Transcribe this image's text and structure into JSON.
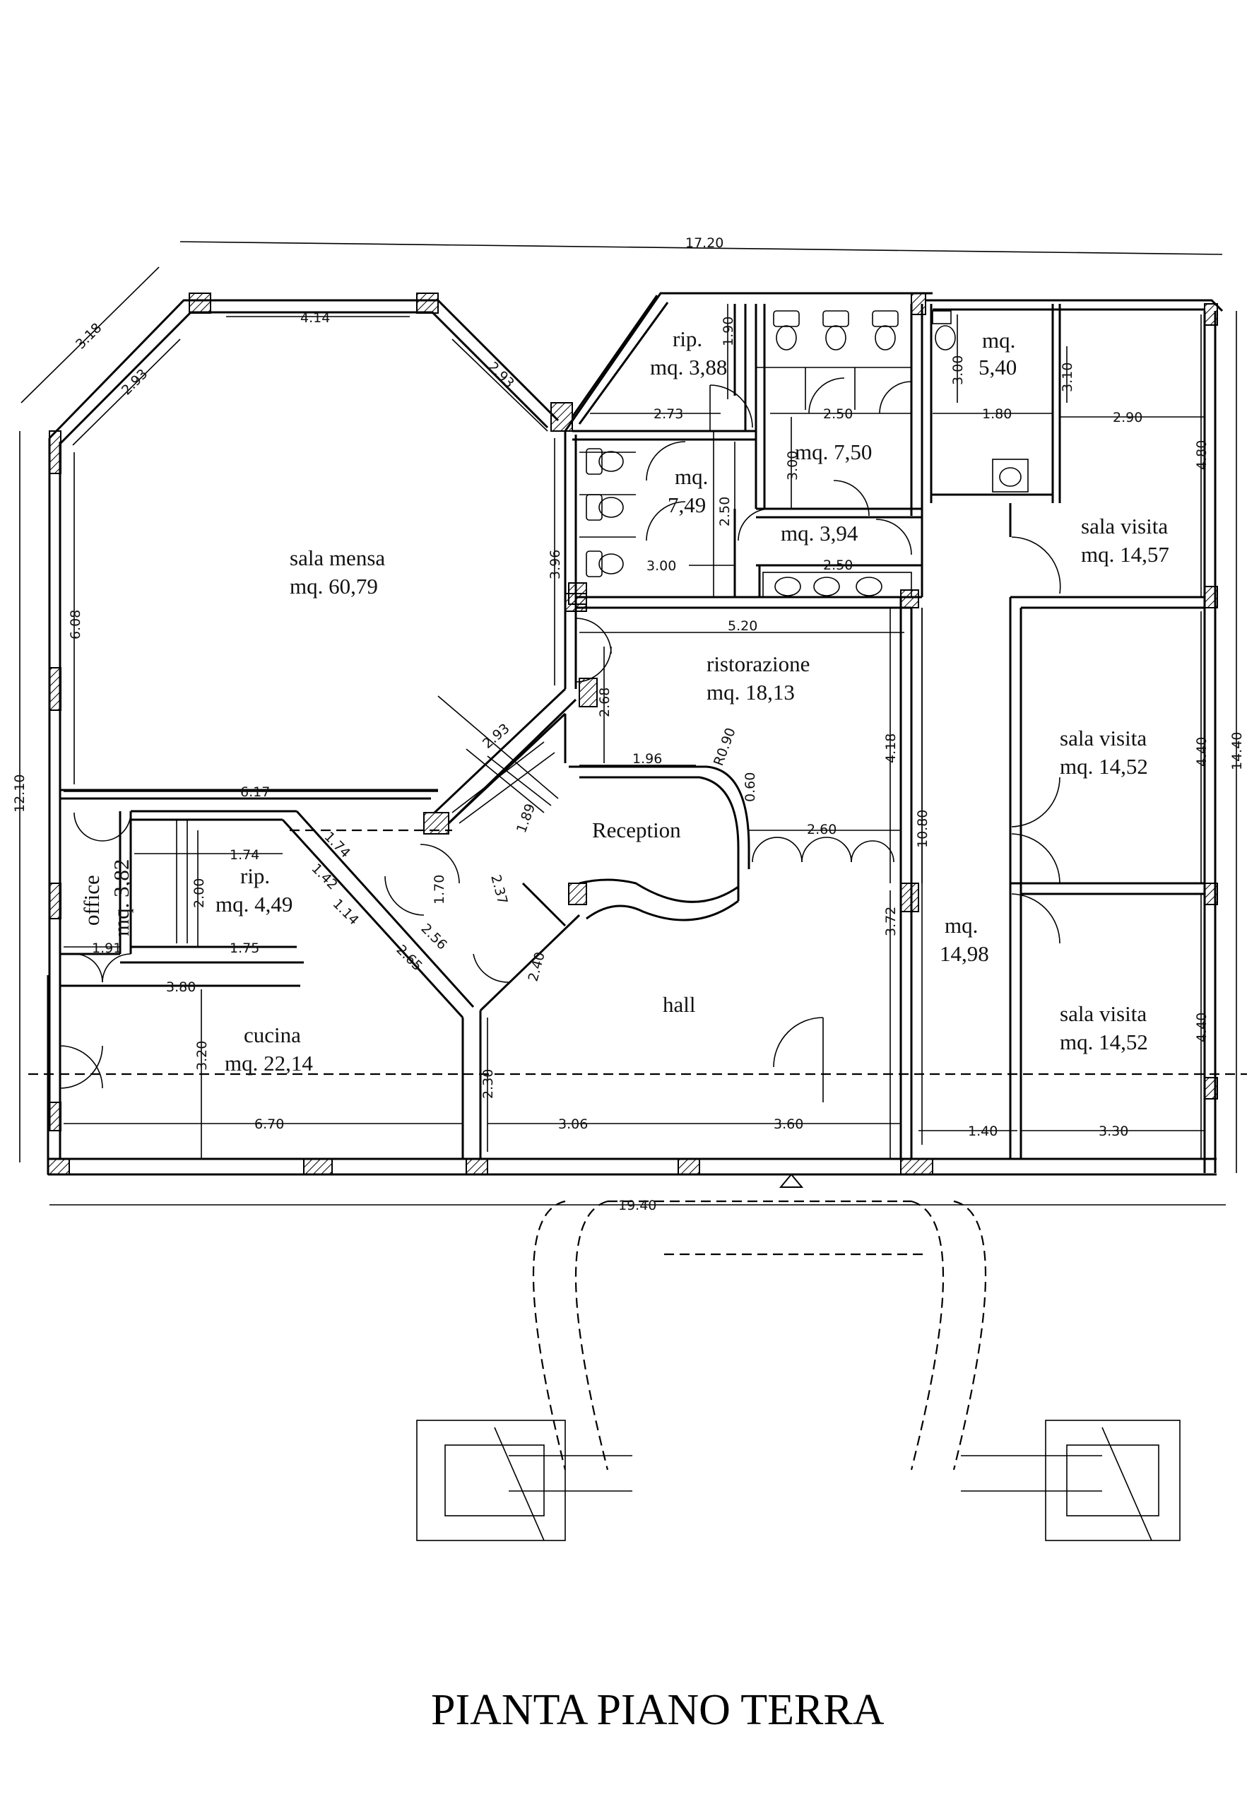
{
  "title": "PIANTA PIANO TERRA",
  "rooms": {
    "sala_mensa": {
      "name": "sala mensa",
      "area": "mq. 60,79"
    },
    "rip_top": {
      "name": "rip.",
      "area": "mq. 3,88"
    },
    "wc_left": {
      "name": "mq.",
      "area": "7,49"
    },
    "wc_center": {
      "area": "mq. 7,50"
    },
    "wc_right": {
      "name": "mq.",
      "area": "5,40"
    },
    "antibagno": {
      "area": "mq. 3,94"
    },
    "ristorazione": {
      "name": "ristorazione",
      "area": "mq. 18,13"
    },
    "reception": {
      "name": "Reception"
    },
    "office": {
      "name": "office",
      "area": "mq. 3,82"
    },
    "rip_mid": {
      "name": "rip.",
      "area": "mq. 4,49"
    },
    "cucina": {
      "name": "cucina",
      "area": "mq. 22,14"
    },
    "hall": {
      "name": "hall"
    },
    "corridor": {
      "name": "mq.",
      "area": "14,98"
    },
    "sala_visita_1": {
      "name": "sala visita",
      "area": "mq. 14,57"
    },
    "sala_visita_2": {
      "name": "sala visita",
      "area": "mq. 14,52"
    },
    "sala_visita_3": {
      "name": "sala visita",
      "area": "mq. 14,52"
    }
  },
  "dimensions": {
    "overall_top": "17.20",
    "overall_bottom": "19.40",
    "overall_left": "12.10",
    "overall_right": "14.40",
    "diag_top_left": "3.18",
    "oct_top": "4.14",
    "oct_diag_left": "2.93",
    "oct_diag_right": "2.93",
    "oct_right": "3.96",
    "oct_left": "6.08",
    "oct_lower_diag": "2.93",
    "mensa_bottom": "6.17",
    "rip_top_h": "1.90",
    "rip_top_w": "2.73",
    "wc_left_w": "3.00",
    "wc_left_h": "2.50",
    "wc_center_w": "2.50",
    "wc_center_h": "3.00",
    "wc_right_h": "3.00",
    "wc_right_w": "1.80",
    "wc_right_h2": "3.10",
    "visita_1_w": "2.90",
    "visita_1_h": "4.80",
    "antibagno_w": "2.50",
    "ristorazione_w": "5.20",
    "ristorazione_h": "2.68",
    "reception_w": "1.96",
    "reception_r": "R0.90",
    "reception_h": "0.60",
    "reception_diag": "1.89",
    "hall_w_mid": "2.60",
    "ristorazione_right": "4.18",
    "corridor_h": "10.80",
    "hall_right": "3.72",
    "visita_2_h": "4.40",
    "visita_3_h": "4.40",
    "office_h": "1.74",
    "office_w": "1.91",
    "rip_mid_h": "2.00",
    "rip_mid_w": "1.75",
    "rip_diag_a": "1.74",
    "rip_diag_b": "1.42",
    "rip_diag_c": "1.14",
    "passage_w": "1.70",
    "passage_diag": "2.37",
    "passage_diag2": "2.56",
    "cucina_diag": "2.65",
    "hall_diag": "2.40",
    "cucina_top": "3.80",
    "cucina_h": "3.20",
    "cucina_w": "6.70",
    "hall_left_h": "2.30",
    "hall_w_a": "3.06",
    "hall_w_b": "3.60",
    "corridor_w": "1.40",
    "visita_3_w": "3.30"
  }
}
